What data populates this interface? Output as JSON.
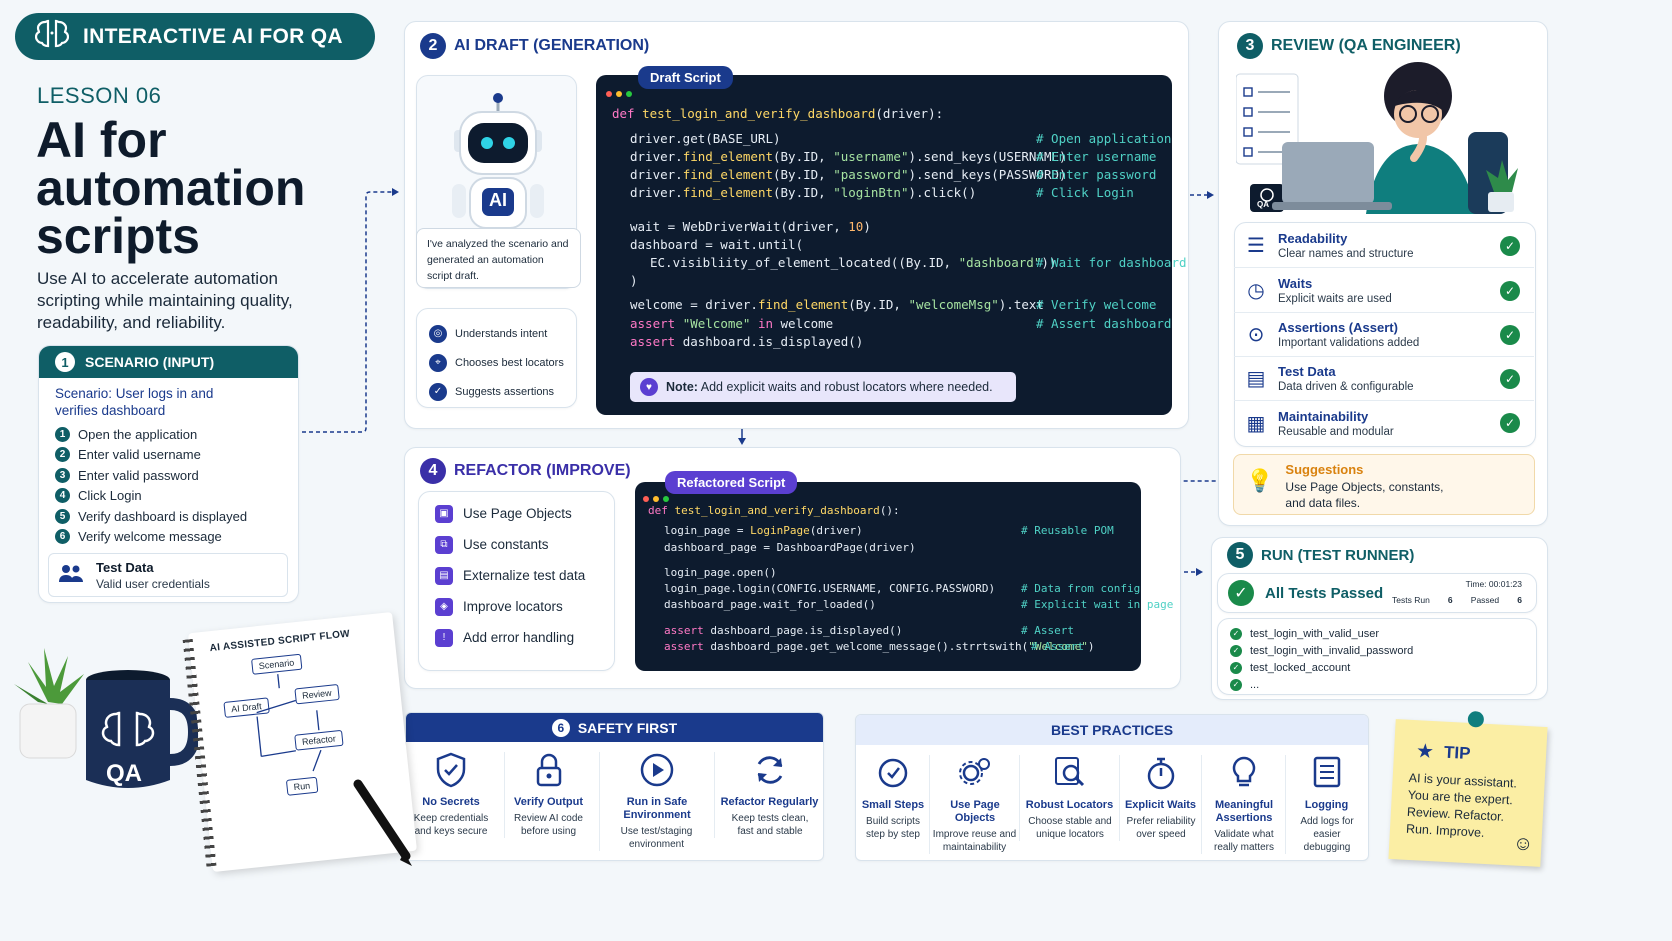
{
  "header": {
    "badge": "INTERACTIVE AI FOR QA",
    "lesson": "LESSON 06",
    "title_lines": [
      "AI for",
      "automation",
      "scripts"
    ],
    "subtitle": "Use AI to accelerate automation scripting while maintaining quality, readability, and reliability."
  },
  "scenario": {
    "number": "1",
    "title": "SCENARIO (INPUT)",
    "heading": "Scenario: User logs in and verifies dashboard",
    "steps": [
      {
        "n": "1",
        "text": "Open the application"
      },
      {
        "n": "2",
        "text": "Enter valid username"
      },
      {
        "n": "3",
        "text": "Enter valid password"
      },
      {
        "n": "4",
        "text": "Click Login"
      },
      {
        "n": "5",
        "text": "Verify dashboard is displayed"
      },
      {
        "n": "6",
        "text": "Verify welcome message"
      }
    ],
    "test_data_title": "Test Data",
    "test_data_desc": "Valid user credentials"
  },
  "draft": {
    "number": "2",
    "title": "AI DRAFT (GENERATION)",
    "robot_badge": "AI",
    "bubble": "I've analyzed the scenario and generated an automation script draft.",
    "capabilities": [
      "Understands intent",
      "Chooses best locators",
      "Suggests assertions"
    ],
    "pill": "Draft Script",
    "note_label": "Note:",
    "note_text": "Add explicit waits and robust locators where needed."
  },
  "review": {
    "number": "3",
    "title": "REVIEW (QA ENGINEER)",
    "mug_label": "QA",
    "items": [
      {
        "title": "Readability",
        "desc": "Clear names and structure",
        "icon": "readability-icon"
      },
      {
        "title": "Waits",
        "desc": "Explicit waits are used",
        "icon": "clock-icon"
      },
      {
        "title": "Assertions (Assert)",
        "desc": "Important validations added",
        "icon": "check-circle-icon"
      },
      {
        "title": "Test Data",
        "desc": "Data driven & configurable",
        "icon": "data-table-icon"
      },
      {
        "title": "Maintainability",
        "desc": "Reusable and modular",
        "icon": "modular-icon"
      }
    ],
    "suggestions_title": "Suggestions",
    "suggestions_text": "Use Page Objects, constants, and data files."
  },
  "refactor": {
    "number": "4",
    "title": "REFACTOR (IMPROVE)",
    "items": [
      "Use Page Objects",
      "Use constants",
      "Externalize test data",
      "Improve locators",
      "Add error handling"
    ],
    "pill": "Refactored Script"
  },
  "run": {
    "number": "5",
    "title": "RUN (TEST RUNNER)",
    "status": "All Tests Passed",
    "time_label": "Time: 00:01:23",
    "tests_run_label": "Tests Run",
    "tests_run": "6",
    "passed_label": "Passed",
    "passed": "6",
    "tests": [
      "test_login_with_valid_user",
      "test_login_with_invalid_password",
      "test_locked_account",
      "..."
    ]
  },
  "safety": {
    "number": "6",
    "title": "SAFETY FIRST",
    "items": [
      {
        "title": "No Secrets",
        "desc": "Keep credentials and keys secure",
        "icon": "shield-icon"
      },
      {
        "title": "Verify Output",
        "desc": "Review AI code before using",
        "icon": "lock-icon"
      },
      {
        "title": "Run in Safe Environment",
        "desc": "Use test/staging environment",
        "icon": "play-icon"
      },
      {
        "title": "Refactor Regularly",
        "desc": "Keep tests clean, fast and stable",
        "icon": "refresh-icon"
      }
    ]
  },
  "best_practices": {
    "title": "BEST PRACTICES",
    "items": [
      {
        "title": "Small Steps",
        "desc": "Build scripts step by step",
        "icon": "steps-icon"
      },
      {
        "title": "Use Page Objects",
        "desc": "Improve reuse and maintainability",
        "icon": "gears-icon"
      },
      {
        "title": "Robust Locators",
        "desc": "Choose stable and unique locators",
        "icon": "magnifier-icon"
      },
      {
        "title": "Explicit Waits",
        "desc": "Prefer reliability over speed",
        "icon": "stopwatch-icon"
      },
      {
        "title": "Meaningful Assertions",
        "desc": "Validate what really matters",
        "icon": "bulb-icon"
      },
      {
        "title": "Logging",
        "desc": "Add logs for easier debugging",
        "icon": "log-icon"
      }
    ]
  },
  "tip": {
    "title": "TIP",
    "text": "AI is your assistant. You are the expert. Review. Refactor. Run. Improve."
  },
  "notebook": {
    "title": "AI ASSISTED SCRIPT FLOW",
    "nodes": [
      "Scenario",
      "AI Draft",
      "Review",
      "Refactor",
      "Run"
    ],
    "mug_label": "QA"
  },
  "draft_code": [
    {
      "t": "def ",
      "c": "kw"
    },
    {
      "t": "test_login_and_verify_dashboard",
      "c": "fn"
    },
    {
      "t": "(driver):",
      "c": ""
    }
  ],
  "colors": {
    "teal": "#0f5e66",
    "navy": "#1a3a8c",
    "purple": "#5b3fd1",
    "code_bg": "#0d1b2e",
    "green": "#1a8a4a"
  }
}
